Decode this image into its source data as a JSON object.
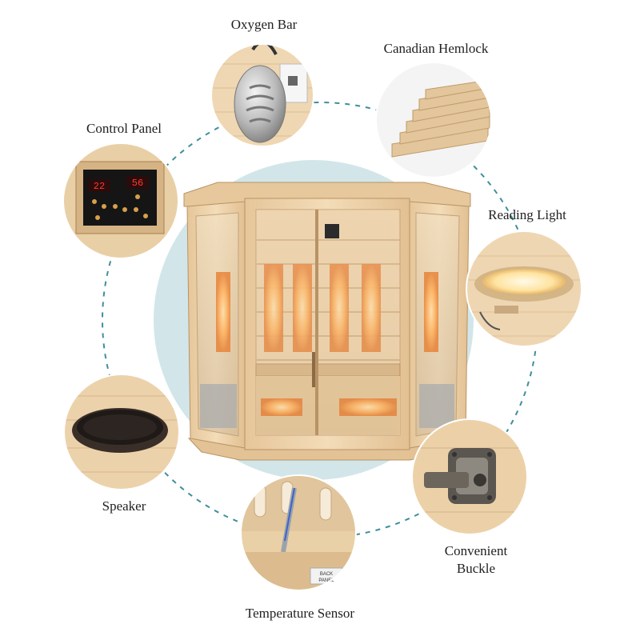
{
  "features": {
    "oxygen_bar": "Oxygen Bar",
    "canadian_hemlock": "Canadian Hemlock",
    "control_panel": "Control Panel",
    "reading_light": "Reading Light",
    "speaker": "Speaker",
    "convenient_buckle_line1": "Convenient",
    "convenient_buckle_line2": "Buckle",
    "temperature_sensor": "Temperature Sensor"
  },
  "control_panel_display": {
    "left_readout": "22",
    "right_readout": "56"
  },
  "sensor_tag": {
    "line1": "BACK",
    "line2": "PANEL"
  },
  "colors": {
    "backdrop_circle": "#d2e6ea",
    "dashed_ring": "#3f8f9a",
    "wood_light": "#ecd3ad",
    "wood_mid": "#dcb787",
    "glow": "#ff9a3c"
  },
  "icons": {
    "oxygen_bar": "ionizer-device-icon",
    "canadian_hemlock": "wood-planks-icon",
    "control_panel": "digital-control-panel-icon",
    "reading_light": "round-led-light-icon",
    "speaker": "round-speaker-icon",
    "convenient_buckle": "metal-latch-icon",
    "temperature_sensor": "sensor-probe-icon"
  }
}
